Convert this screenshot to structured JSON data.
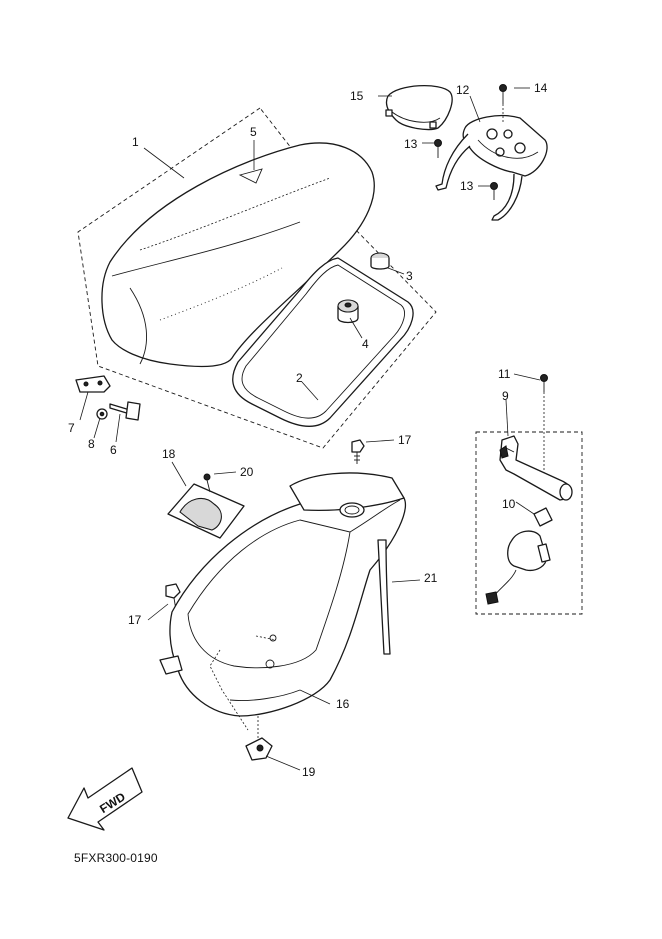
{
  "diagram_code": "5FXR300-0190",
  "direction_label": "FWD",
  "callouts": [
    {
      "id": "c1",
      "text": "1"
    },
    {
      "id": "c2",
      "text": "2"
    },
    {
      "id": "c3",
      "text": "3"
    },
    {
      "id": "c4",
      "text": "4"
    },
    {
      "id": "c5",
      "text": "5"
    },
    {
      "id": "c6",
      "text": "6"
    },
    {
      "id": "c7",
      "text": "7"
    },
    {
      "id": "c8",
      "text": "8"
    },
    {
      "id": "c9",
      "text": "9"
    },
    {
      "id": "c10",
      "text": "10"
    },
    {
      "id": "c11",
      "text": "11"
    },
    {
      "id": "c12",
      "text": "12"
    },
    {
      "id": "c13a",
      "text": "13"
    },
    {
      "id": "c13b",
      "text": "13"
    },
    {
      "id": "c14",
      "text": "14"
    },
    {
      "id": "c15",
      "text": "15"
    },
    {
      "id": "c16",
      "text": "16"
    },
    {
      "id": "c17a",
      "text": "17"
    },
    {
      "id": "c17b",
      "text": "17"
    },
    {
      "id": "c18",
      "text": "18"
    },
    {
      "id": "c19",
      "text": "19"
    },
    {
      "id": "c20",
      "text": "20"
    },
    {
      "id": "c21",
      "text": "21"
    }
  ]
}
